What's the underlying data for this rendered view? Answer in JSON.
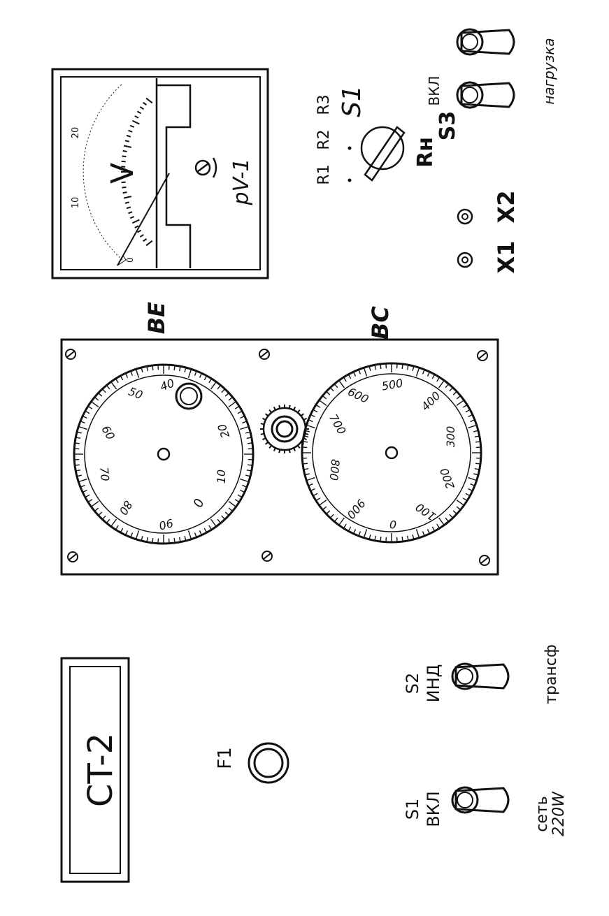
{
  "title_plate": {
    "label": "CT-2"
  },
  "fuse": {
    "label": "F1"
  },
  "switch_s1": {
    "name": "S1",
    "state": "ВКЛ",
    "caption_line1": "сеть",
    "caption_line2": "220W"
  },
  "switch_s2": {
    "name": "S2",
    "state": "ИНД",
    "caption": "трансф"
  },
  "dial_be": {
    "label": "BE",
    "numbers": [
      "0",
      "10",
      "20",
      "40",
      "50",
      "60",
      "70",
      "80",
      "90"
    ]
  },
  "dial_bc": {
    "label": "BC",
    "numbers": [
      "0",
      "100",
      "200",
      "300",
      "400",
      "500",
      "600",
      "700",
      "800",
      "900"
    ]
  },
  "voltmeter": {
    "label": "pV-1",
    "unit": "V",
    "scale_labels": [
      "0",
      "10",
      "20"
    ]
  },
  "resistor_selector": {
    "positions": [
      "R1",
      "R2",
      "R3"
    ],
    "name": "S1",
    "caption": "Rн"
  },
  "terminals": {
    "x1": "X1",
    "x2": "X2"
  },
  "switch_s3": {
    "name": "S3",
    "state": "ВКЛ",
    "caption": "нагрузка"
  },
  "colors": {
    "ink": "#111111",
    "paper": "#ffffff"
  }
}
